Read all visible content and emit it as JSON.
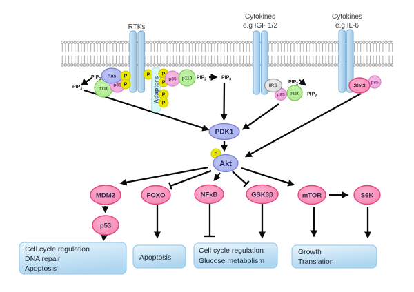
{
  "colors": {
    "background": "#ffffff",
    "arrow": "#0a0a0a",
    "pink_node_fill": "#f78fbc",
    "pink_node_border": "#e2437f",
    "purple_node_fill": "#abb3ee",
    "purple_node_border": "#7b7fd6",
    "green_fill": "#b7ef9d",
    "green_border": "#7fc95c",
    "lilac_fill": "#f2abdf",
    "lilac_border": "#d983c6",
    "yellow_fill": "#e9e600",
    "yellow_border": "#c9c700",
    "gray_fill": "#e6e6e6",
    "gray_border": "#8f8f8f",
    "cyan_fill": "#d8f6f6",
    "cyan_border": "#b5e8e8",
    "receptor_fill": "#b4d5ee",
    "receptor_border": "#87b5da",
    "membrane_gray": "#9a9a9a",
    "box_fill": "#bfe0f5",
    "box_border": "#8fc5e9"
  },
  "receptor_labels": {
    "rtk": "RTKs",
    "igf_line1": "Cytokines",
    "igf_line2": "e.g IGF 1/2",
    "il6_line1": "Cytokines",
    "il6_line2": "e.g IL-6"
  },
  "molecules": {
    "ras": "Ras",
    "p110": "p110",
    "p85": "p85",
    "phospho": "P",
    "adaptors": "Adaptors",
    "irs": "IRS",
    "stat3": "Stat3",
    "pdk1": "PDK1",
    "akt": "Akt"
  },
  "lipids": {
    "pip2_base": "PIP",
    "pip2_sub": "2",
    "pip3_base": "PIP",
    "pip3_sub": "3"
  },
  "downstream_nodes": {
    "mdm2": "MDM2",
    "foxo": "FOXO",
    "nfkb": "NFκB",
    "gsk3b": "GSK3β",
    "mtor": "mTOR",
    "s6k": "S6K",
    "p53": "p53"
  },
  "outcome_boxes": [
    {
      "lines": [
        "Cell cycle regulation",
        "DNA repair",
        "Apoptosis"
      ]
    },
    {
      "lines": [
        "Apoptosis"
      ]
    },
    {
      "lines": [
        "Cell cycle regulation",
        "Glucose metabolism"
      ]
    },
    {
      "lines": [
        "Growth",
        "Translation"
      ]
    }
  ],
  "edges": [
    {
      "from": "PIP2-left",
      "to": "PIP3-left",
      "type": "arrow"
    },
    {
      "from": "PIP2-center",
      "to": "PIP3-center",
      "type": "arrow"
    },
    {
      "from": "PIP2-igf",
      "to": "PIP3-igf",
      "type": "arrow"
    },
    {
      "from": "PIP3-left",
      "to": "PDK1",
      "type": "arrow"
    },
    {
      "from": "PIP3-center",
      "to": "PDK1",
      "type": "arrow"
    },
    {
      "from": "IRS-complex",
      "to": "PDK1",
      "type": "arrow"
    },
    {
      "from": "Stat3",
      "to": "Akt",
      "type": "arrow"
    },
    {
      "from": "PDK1",
      "to": "Akt",
      "type": "arrow"
    },
    {
      "from": "Akt",
      "to": "MDM2",
      "type": "arrow"
    },
    {
      "from": "Akt",
      "to": "FOXO",
      "type": "inhibit"
    },
    {
      "from": "Akt",
      "to": "NFκB",
      "type": "arrow"
    },
    {
      "from": "Akt",
      "to": "GSK3β",
      "type": "inhibit"
    },
    {
      "from": "Akt",
      "to": "mTOR",
      "type": "arrow"
    },
    {
      "from": "mTOR",
      "to": "S6K",
      "type": "arrow"
    },
    {
      "from": "MDM2",
      "to": "p53",
      "type": "arrow"
    },
    {
      "from": "p53",
      "to": "box-1",
      "type": "arrow"
    },
    {
      "from": "FOXO",
      "to": "box-2",
      "type": "arrow"
    },
    {
      "from": "NFκB",
      "to": "box-3",
      "type": "inhibit"
    },
    {
      "from": "GSK3β",
      "to": "box-3",
      "type": "arrow"
    },
    {
      "from": "mTOR",
      "to": "box-4",
      "type": "arrow"
    },
    {
      "from": "S6K",
      "to": "box-4",
      "type": "arrow"
    }
  ]
}
